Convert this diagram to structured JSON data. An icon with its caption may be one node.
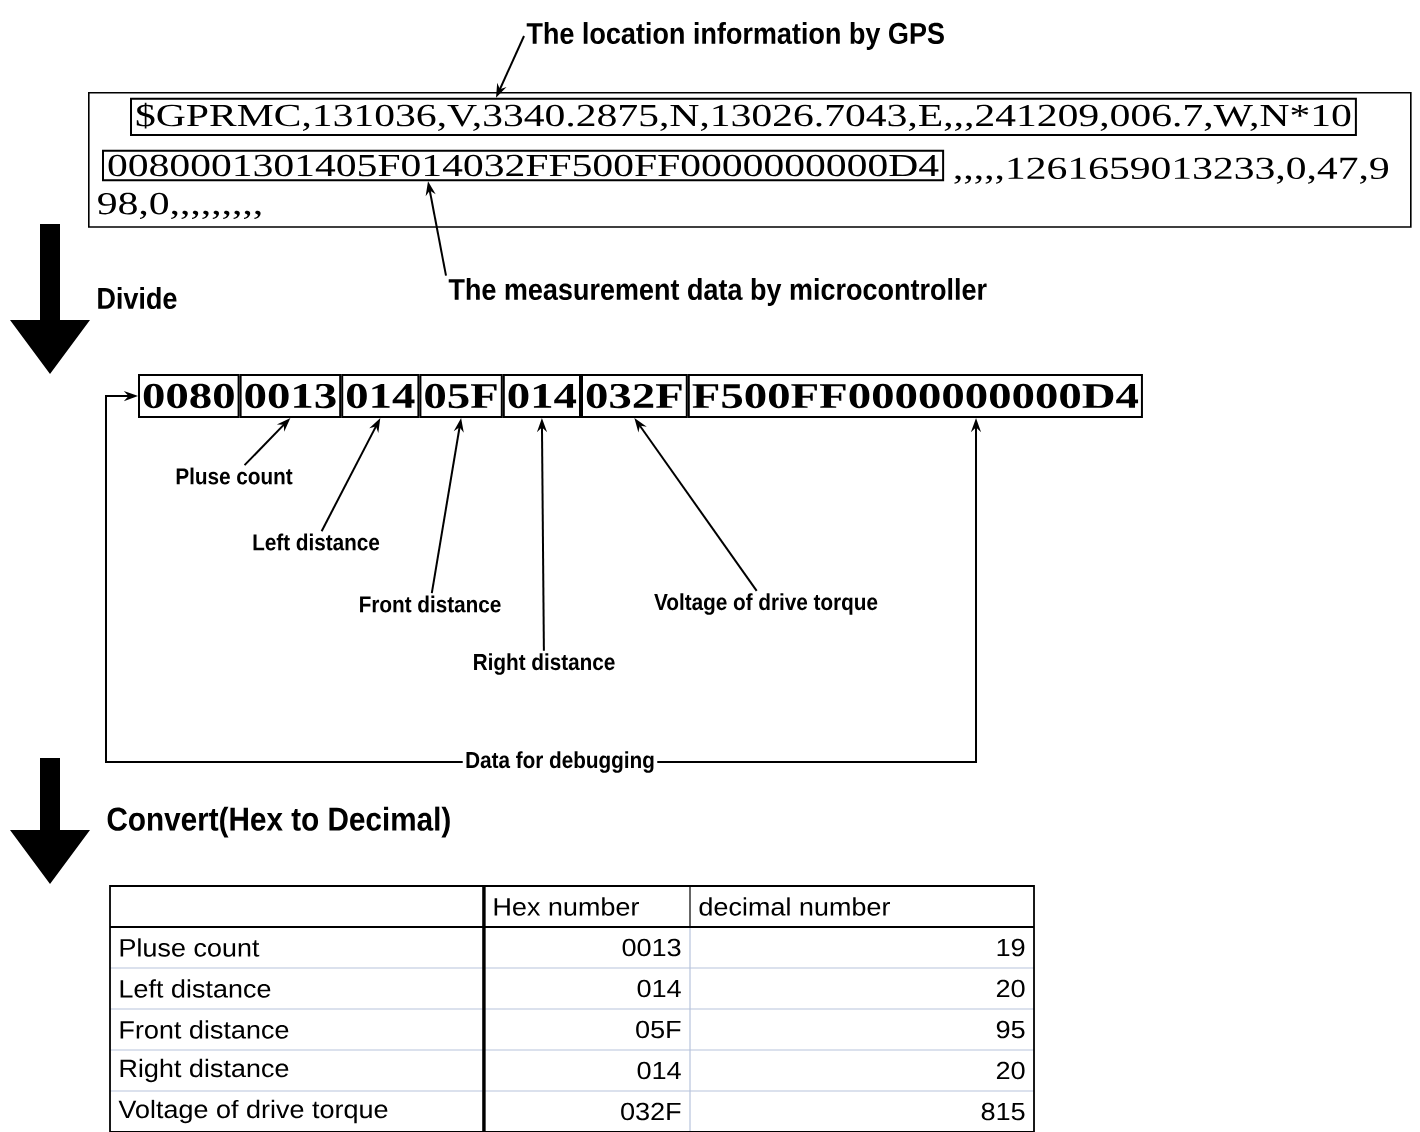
{
  "diagram": {
    "nodes": [
      {
        "text": [
          ",,,,,1261659013233,0,47,9 98,0,,,,,,,,,"
        ]
      },
      {
        "text": [
          "$GPRMC,131036,V,3340.2875,N,13026.7043,E,,,241209,006.7,W,N*10"
        ],
        "in": 0
      },
      {
        "text": [
          "0080001301405F014032FF500FF0000000000D4"
        ],
        "in": 0
      },
      {
        "text": [
          "The location information by GPS"
        ]
      },
      {
        "text": [
          "The measurement data by microcontroller"
        ]
      },
      {
        "text": [
          "0080"
        ]
      },
      {
        "text": [
          "0013"
        ]
      },
      {
        "text": [
          "014"
        ]
      },
      {
        "text": [
          "05F"
        ]
      },
      {
        "text": [
          "014"
        ]
      },
      {
        "text": [
          "032F"
        ]
      },
      {
        "text": [
          "F500FF0000000000D4"
        ]
      },
      {
        "text": [
          "Pluse count"
        ]
      },
      {
        "text": [
          "Left distance"
        ]
      },
      {
        "text": [
          "Front distance"
        ]
      },
      {
        "text": [
          "Right distance"
        ]
      },
      {
        "text": [
          "Voltage of drive torque"
        ]
      },
      {
        "text": [
          "Data for debugging"
        ]
      }
    ],
    "edges": [
      {
        "from": 3,
        "to": 1,
        "arrow": "to"
      },
      {
        "from": 4,
        "to": 2,
        "arrow": "to"
      },
      {
        "from": 12,
        "to": 6,
        "arrow": "to"
      },
      {
        "from": 13,
        "to": 7,
        "arrow": "to"
      },
      {
        "from": 14,
        "to": 8,
        "arrow": "to"
      },
      {
        "from": 15,
        "to": 9,
        "arrow": "to"
      },
      {
        "from": 16,
        "to": 10,
        "arrow": "to"
      },
      {
        "from": 17,
        "to": 5,
        "arrow": "to"
      },
      {
        "from": 17,
        "to": 11,
        "arrow": "to"
      }
    ],
    "labels": [
      "Divide",
      "Convert(Hex to Decimal)",
      "Hex number",
      "decimal number",
      "Pluse count",
      "0013",
      "19",
      "Left distance",
      "014",
      "20",
      "Front distance",
      "05F",
      "95",
      "Right distance",
      "014",
      "20",
      "Voltage of drive torque",
      "032F",
      "815"
    ]
  }
}
